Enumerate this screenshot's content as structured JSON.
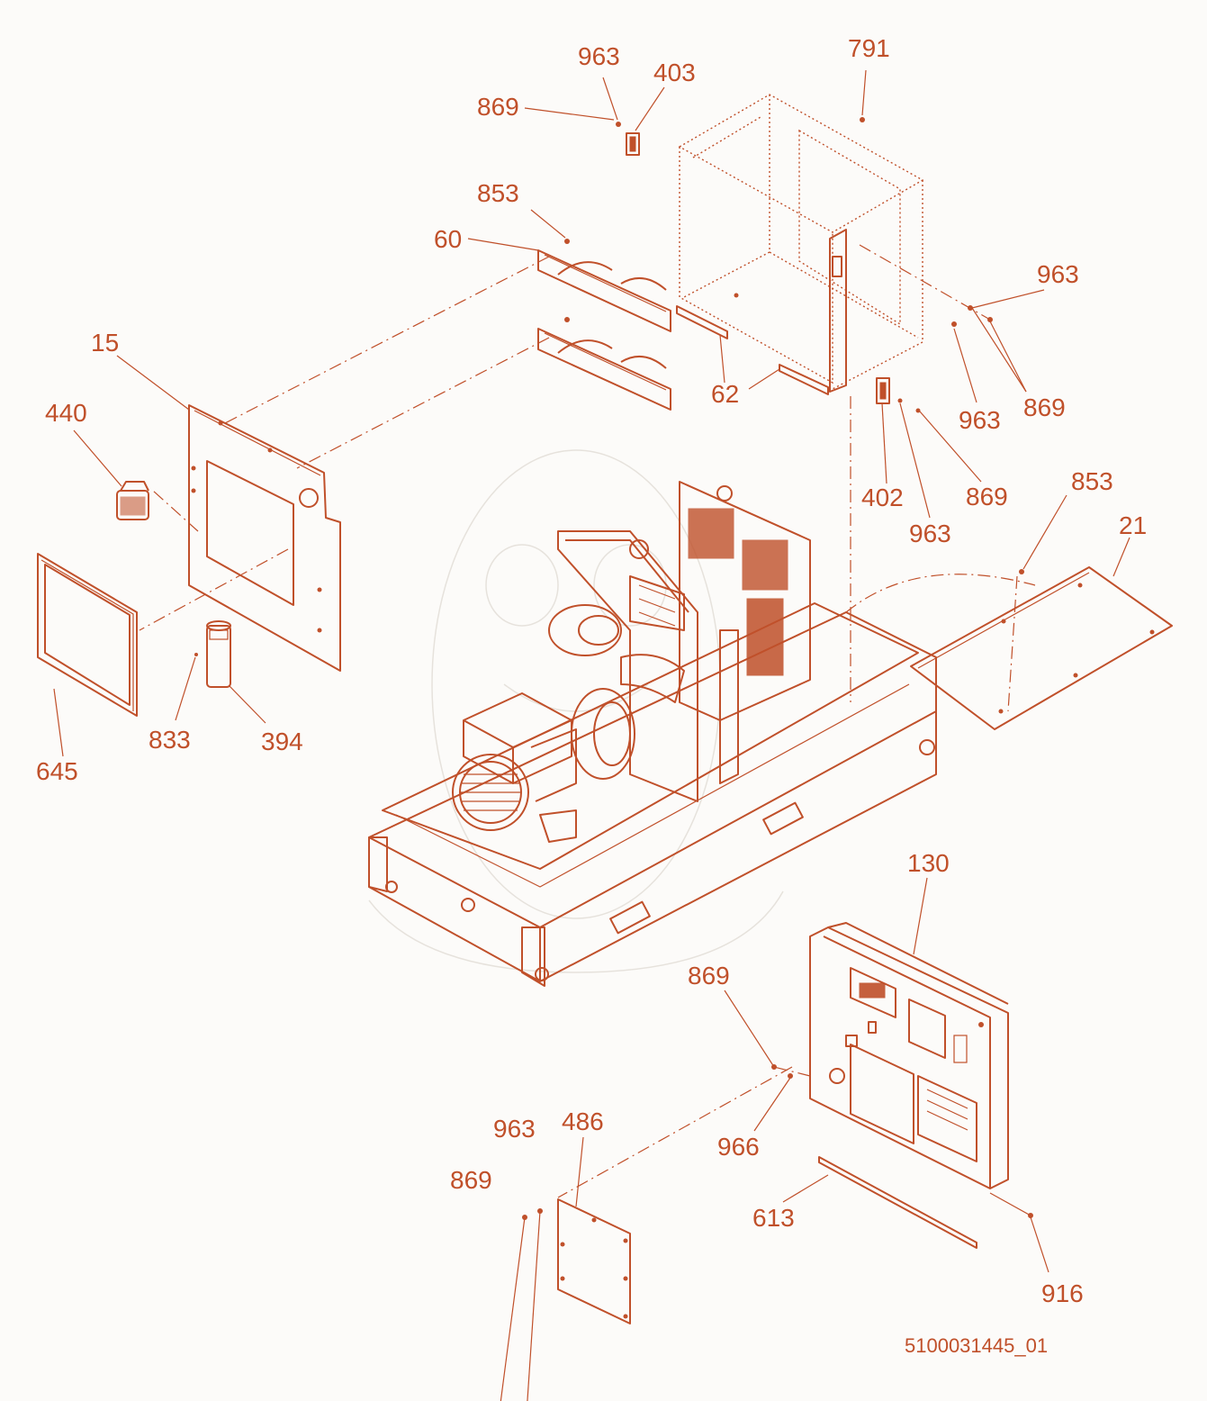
{
  "diagram": {
    "drawing_number": "5100031445_01",
    "accent_color": "#c0502a",
    "callouts": {
      "c15": "15",
      "c21": "21",
      "c60": "60",
      "c62": "62",
      "c130": "130",
      "c394": "394",
      "c402": "402",
      "c403": "403",
      "c440": "440",
      "c486": "486",
      "c613": "613",
      "c645": "645",
      "c791": "791",
      "c833": "833",
      "c853_top": "853",
      "c853_right": "853",
      "c869_top": "869",
      "c869_r1": "869",
      "c869_r2": "869",
      "c869_panel": "869",
      "c869_cover": "869",
      "c916": "916",
      "c963_top": "963",
      "c963_r1": "963",
      "c963_r2": "963",
      "c963_r3": "963",
      "c963_cover": "963",
      "c966": "966"
    }
  }
}
